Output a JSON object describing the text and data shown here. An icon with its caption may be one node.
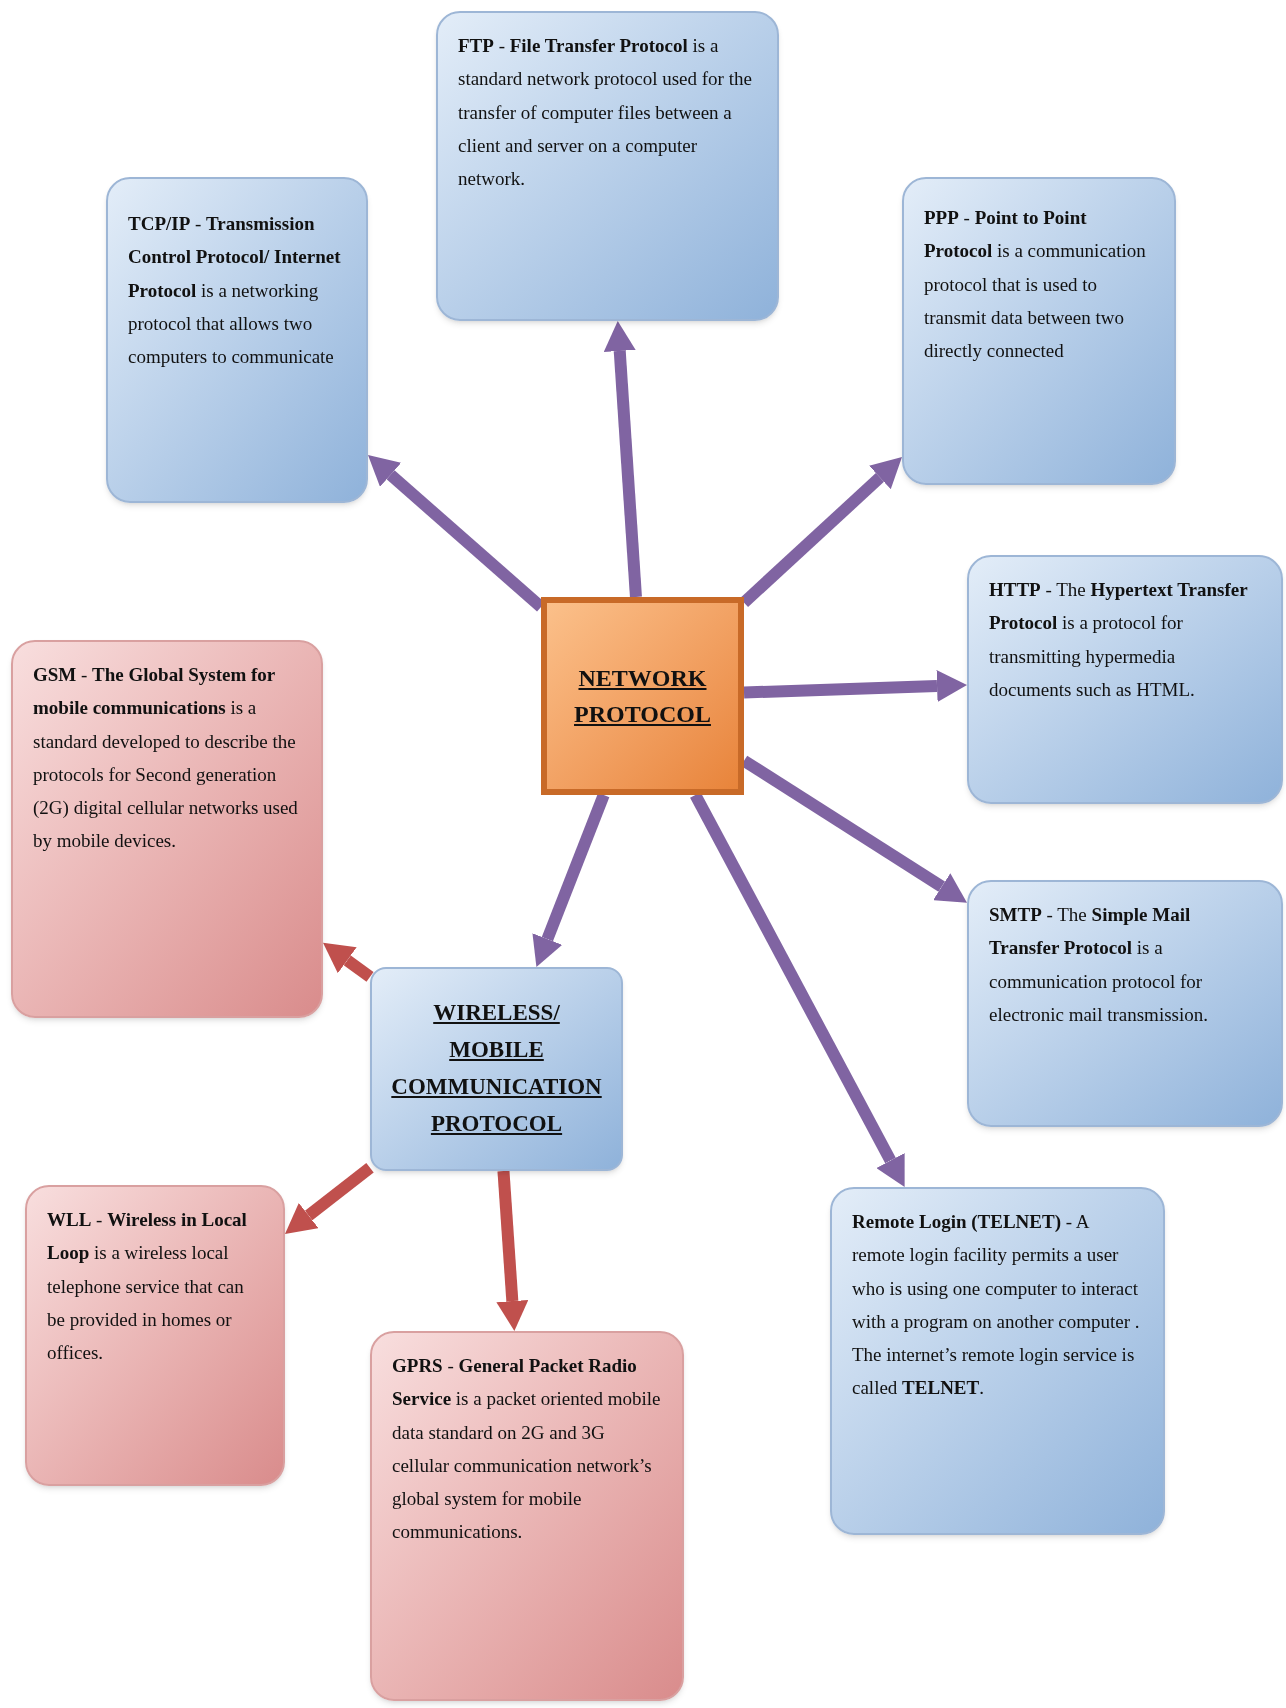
{
  "diagram": {
    "nodes": [
      {
        "text": [
          "NETWORK PROTOCOL"
        ]
      },
      {
        "text": [
          "**TCP/IP** - **Transmission Control Protocol/ Internet Protocol** is a networking protocol that allows two computers to communicate"
        ]
      },
      {
        "text": [
          "**FTP** - **File Transfer Protocol** is a standard network protocol used for the transfer of computer files between a client and server on a computer network."
        ]
      },
      {
        "text": [
          "**PPP** - **Point to Point Protocol** is a communication protocol that is used to transmit data between two directly connected"
        ]
      },
      {
        "text": [
          "**HTTP** - The **Hypertext Transfer Protocol** is a protocol for transmitting hypermedia documents such as HTML."
        ]
      },
      {
        "text": [
          "**SMTP** - The **Simple Mail Transfer Protocol** is a communication protocol for electronic mail transmission."
        ]
      },
      {
        "text": [
          "**Remote Login (TELNET)** - A remote login facility permits a user who is using one computer to interact with a program on another computer . The internet’s remote login service is called **TELNET**."
        ]
      },
      {
        "text": [
          "**GSM** - **The Global System for mobile communications** is a standard developed to describe the protocols for Second generation (2G) digital cellular networks used by mobile devices."
        ]
      },
      {
        "text": [
          "WIRELESS/ MOBILE COMMUNICATION PROTOCOL"
        ]
      },
      {
        "text": [
          "**WLL** - **Wireless in Local Loop** is a wireless local telephone service that can be provided in homes or offices."
        ]
      },
      {
        "text": [
          "**GPRS** - **General Packet Radio Service** is a packet oriented mobile data standard on 2G and 3G cellular communication network’s global system for mobile communications."
        ]
      }
    ],
    "edges": [
      {
        "from": 0,
        "to": 1,
        "arrow": "to"
      },
      {
        "from": 0,
        "to": 2,
        "arrow": "to"
      },
      {
        "from": 0,
        "to": 3,
        "arrow": "to"
      },
      {
        "from": 0,
        "to": 4,
        "arrow": "to"
      },
      {
        "from": 0,
        "to": 5,
        "arrow": "to"
      },
      {
        "from": 0,
        "to": 6,
        "arrow": "to"
      },
      {
        "from": 0,
        "to": 8,
        "arrow": "to"
      },
      {
        "from": 8,
        "to": 7,
        "arrow": "to",
        "color": "#c0504d"
      },
      {
        "from": 8,
        "to": 9,
        "arrow": "to",
        "color": "#c0504d"
      },
      {
        "from": 8,
        "to": 10,
        "arrow": "to",
        "color": "#c0504d"
      }
    ]
  }
}
